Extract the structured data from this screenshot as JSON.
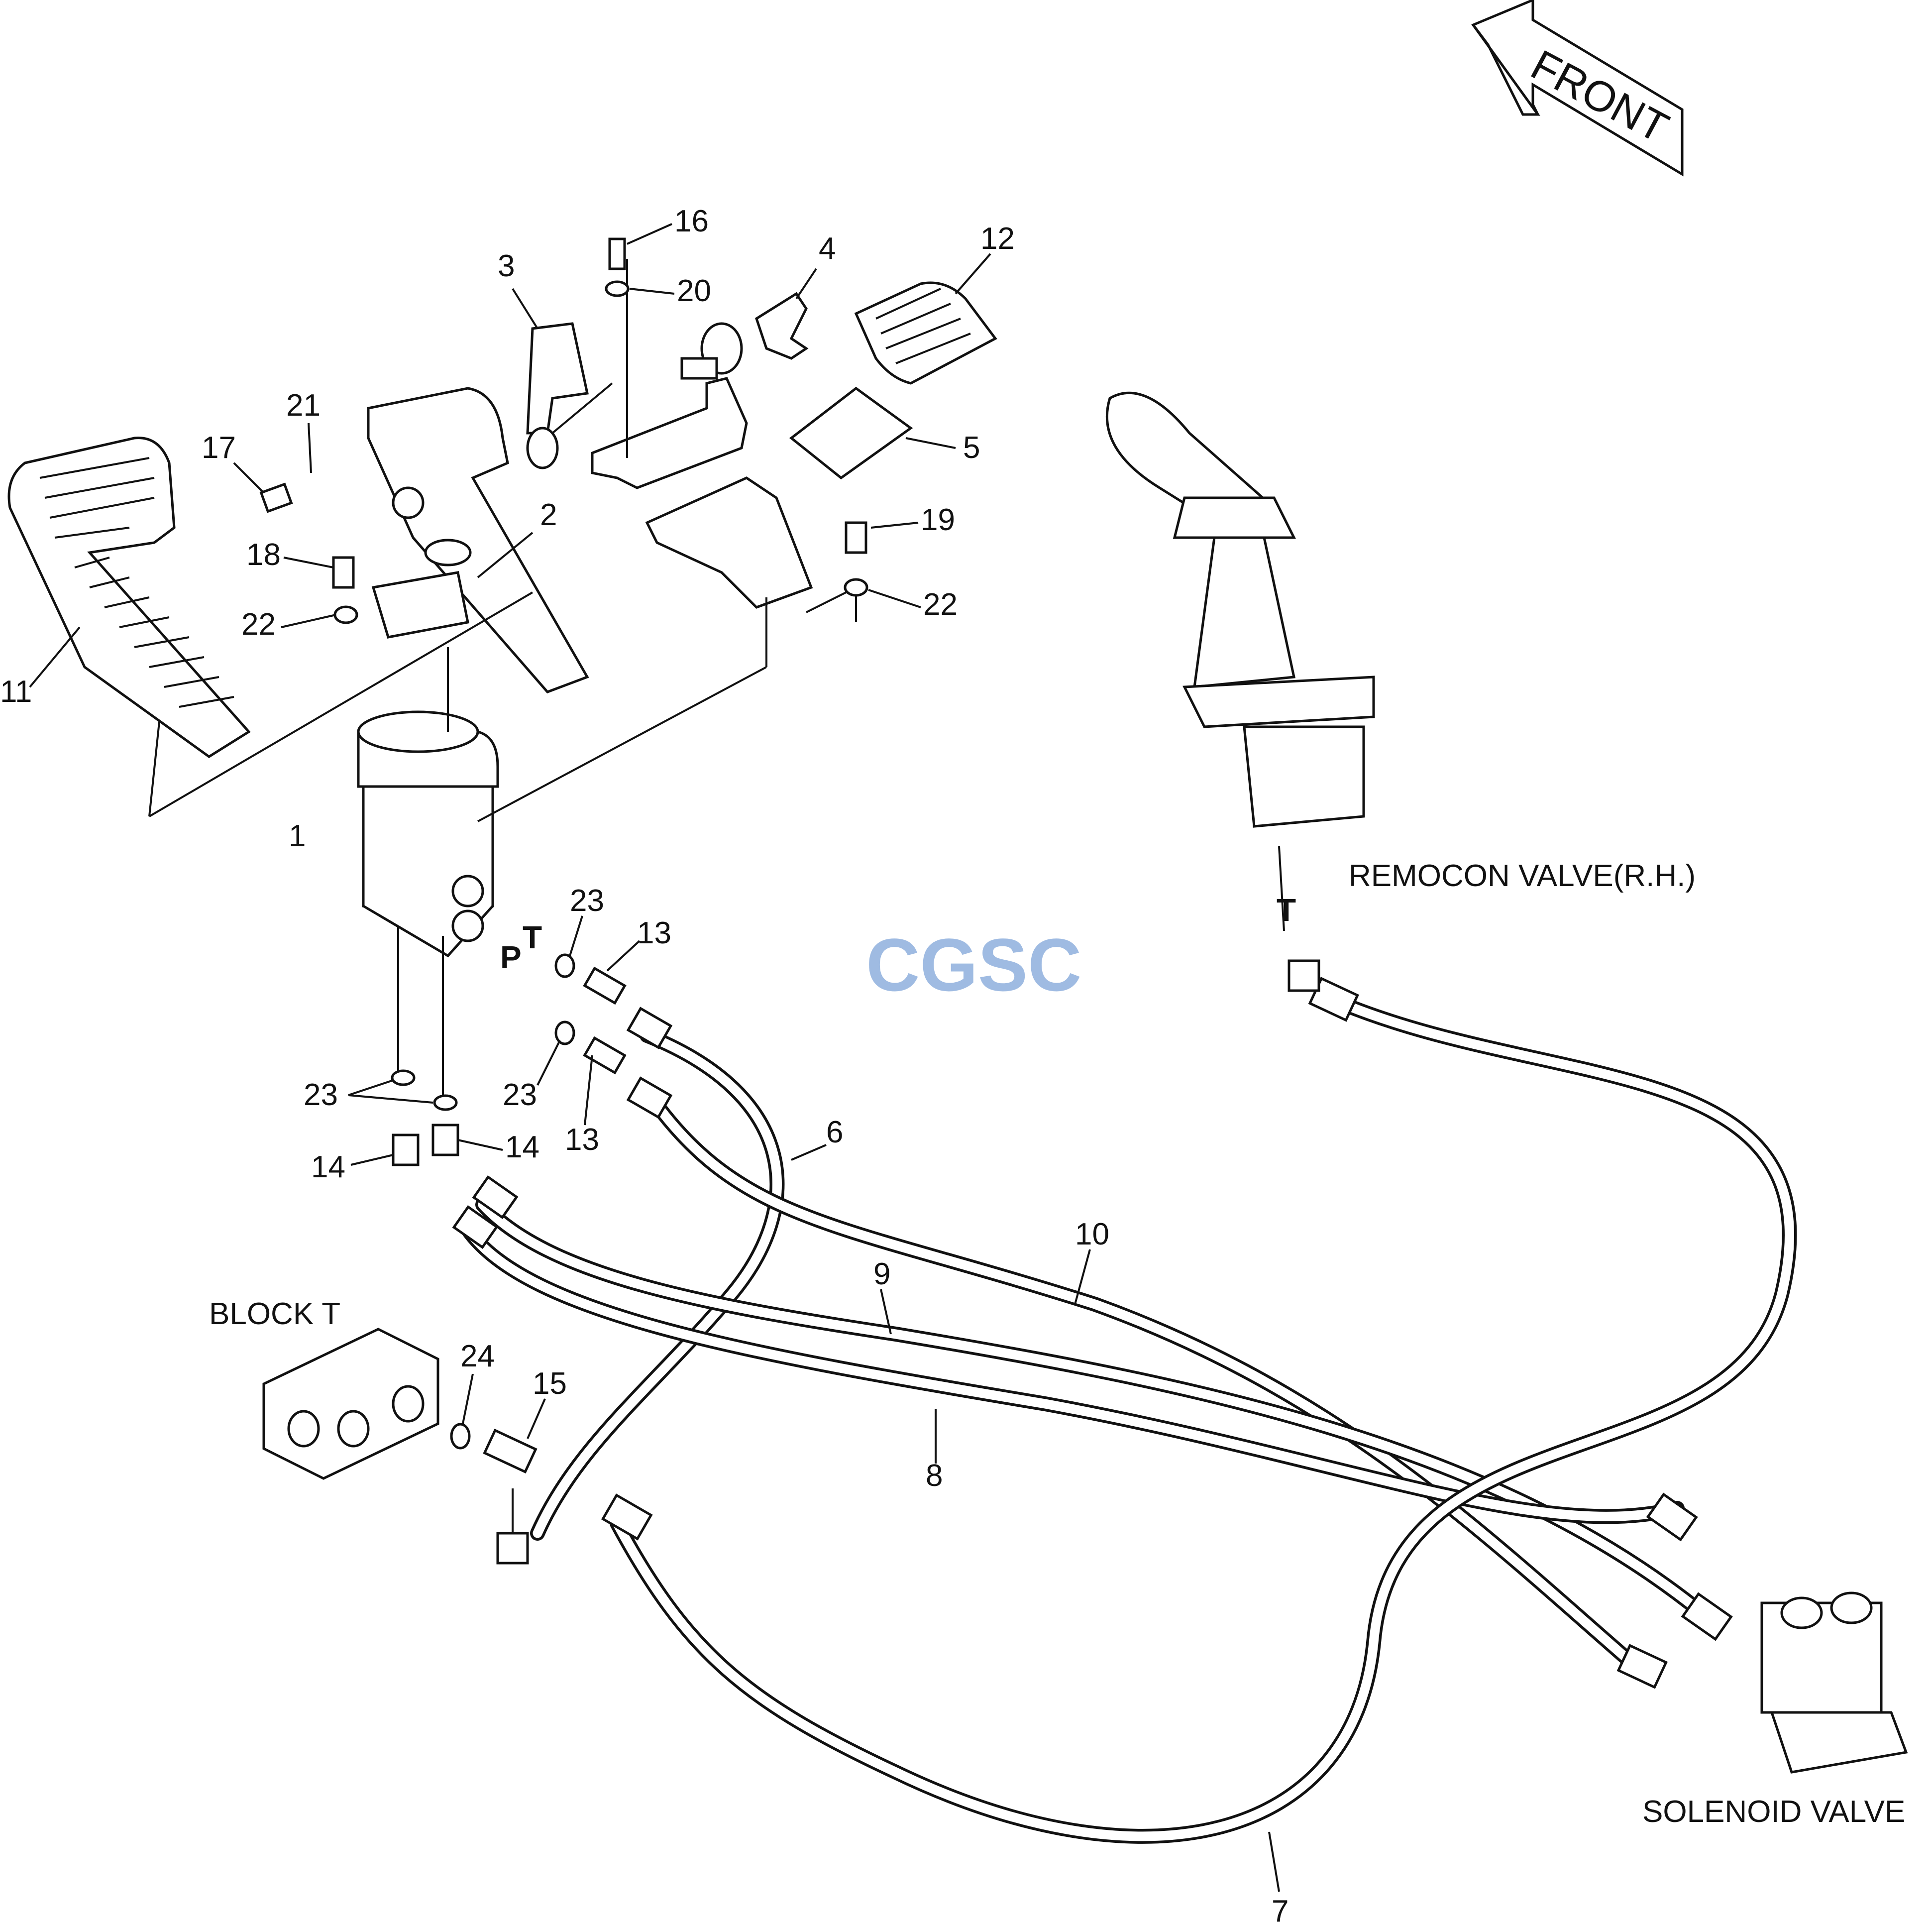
{
  "title": "",
  "front_arrow_label": "FRONT",
  "watermark": "CGSC",
  "component_labels": {
    "remocon_valve": "REMOCON VALVE(R.H.)",
    "solenoid_valve": "SOLENOID VALVE",
    "block_t": "BLOCK T"
  },
  "port_labels": {
    "p": "P",
    "t_valve": "T",
    "t_remocon": "T"
  },
  "callouts": {
    "c1": "1",
    "c2": "2",
    "c3": "3",
    "c4": "4",
    "c5": "5",
    "c6": "6",
    "c7": "7",
    "c8": "8",
    "c9": "9",
    "c10": "10",
    "c11": "11",
    "c12": "12",
    "c13a": "13",
    "c13b": "13",
    "c14a": "14",
    "c14b": "14",
    "c15": "15",
    "c16": "16",
    "c17": "17",
    "c18": "18",
    "c19": "19",
    "c20": "20",
    "c21": "21",
    "c22a": "22",
    "c22b": "22",
    "c23a": "23",
    "c23b": "23",
    "c23c": "23",
    "c24": "24"
  },
  "colors": {
    "line": "#111111",
    "background": "#ffffff",
    "watermark_c1": "#7aa7ee",
    "watermark_g": "#ee7a6e",
    "watermark_s": "#f3cf4a",
    "watermark_c2": "#6cc48a"
  }
}
